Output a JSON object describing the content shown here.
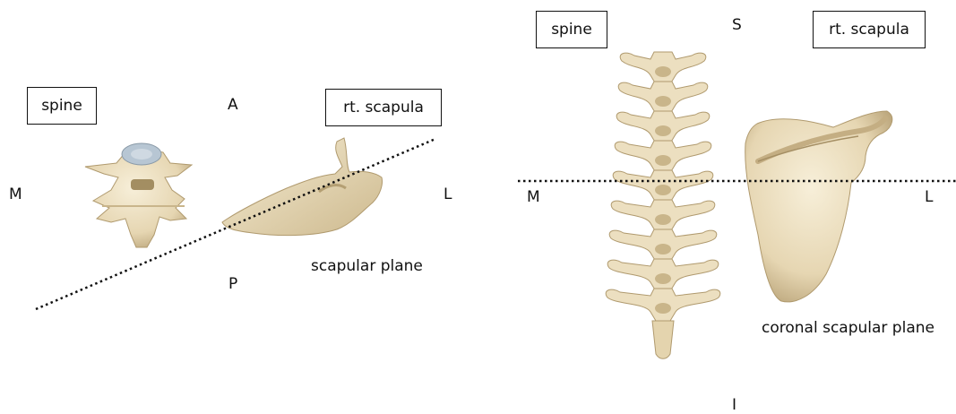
{
  "left_view": {
    "spine_label": "spine",
    "scapula_label": "rt. scapula",
    "dir_anterior": "A",
    "dir_posterior": "P",
    "dir_medial": "M",
    "dir_lateral": "L",
    "plane_label": "scapular plane"
  },
  "right_view": {
    "spine_label": "spine",
    "scapula_label": "rt. scapula",
    "dir_superior": "S",
    "dir_inferior": "I",
    "dir_medial": "M",
    "dir_lateral": "L",
    "plane_label": "coronal scapular plane"
  },
  "colors": {
    "bone": "#ecdfc0",
    "bone_shadow": "#b9a47a",
    "disc": "#b7c6d3",
    "line": "#111111"
  }
}
